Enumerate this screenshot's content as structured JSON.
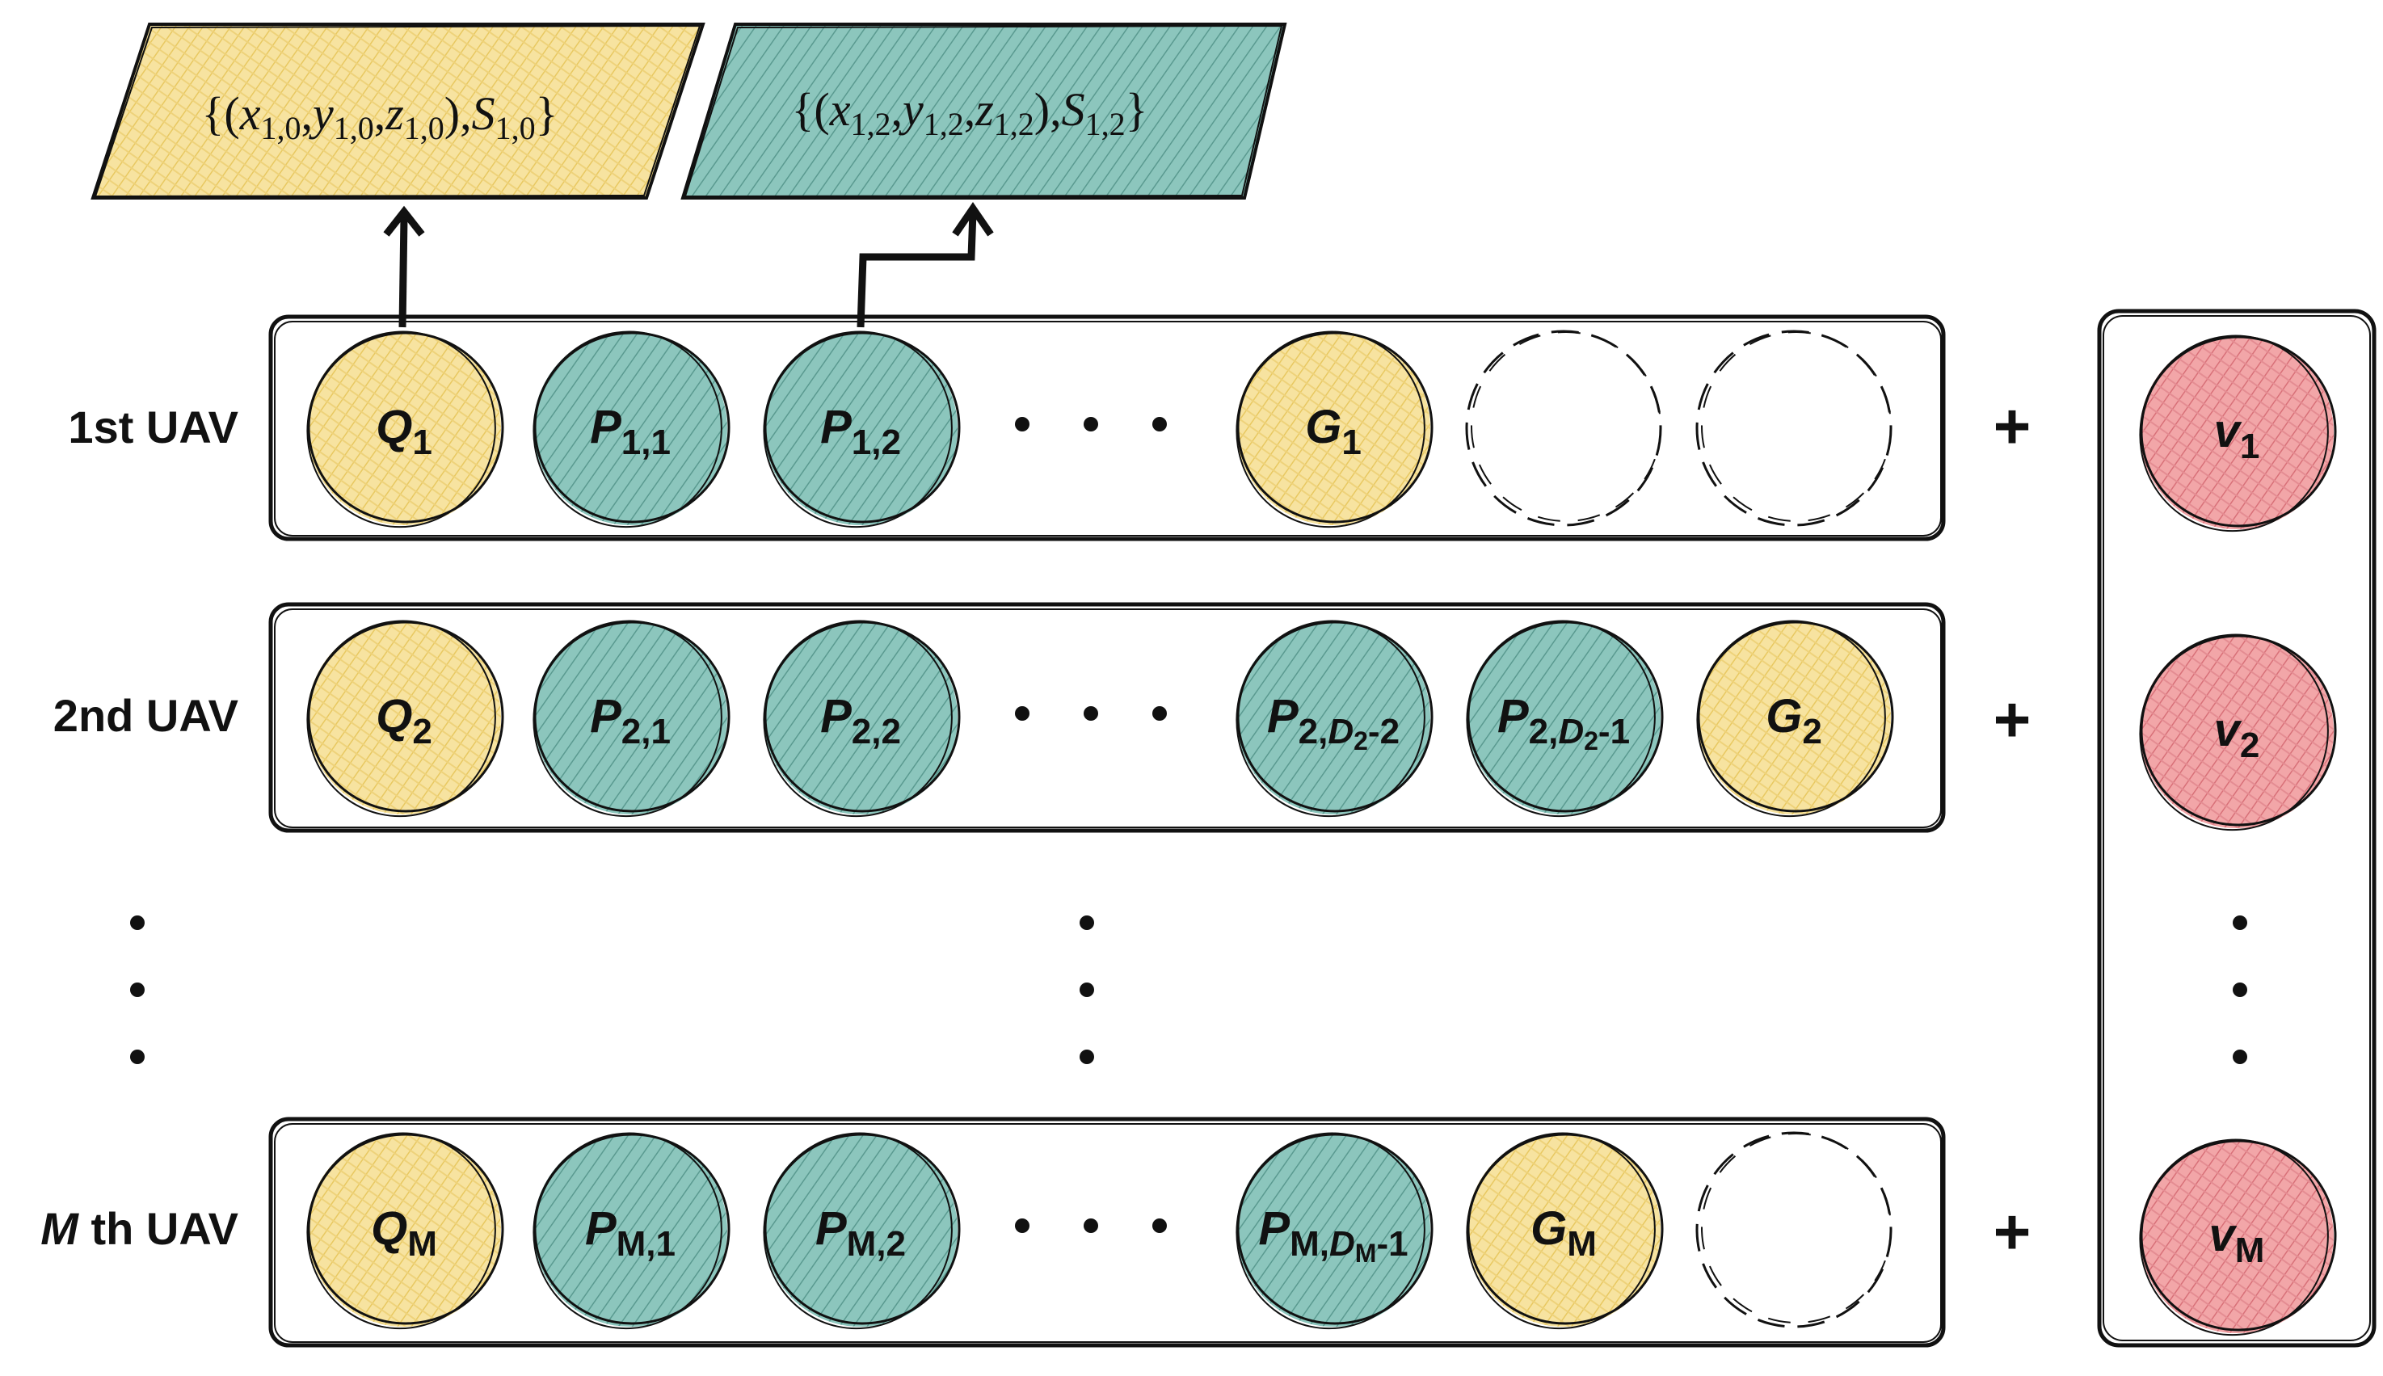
{
  "colors": {
    "yellow": "#f7e3a0",
    "yellow_hatch": "#e8c860",
    "teal": "#8cc6bd",
    "teal_hatch": "#5a9a90",
    "red": "#f2a6a8",
    "red_hatch": "#d87078",
    "stroke": "#111111"
  },
  "formulas": [
    {
      "open": "{(",
      "x": "x",
      "xs": "1,0",
      "y": "y",
      "ys": "1,0",
      "z": "z",
      "zs": "1,0",
      "mid": "),",
      "s": "S",
      "ss": "1,0",
      "close": "}"
    },
    {
      "open": "{(",
      "x": "x",
      "xs": "1,2",
      "y": "y",
      "ys": "1,2",
      "z": "z",
      "zs": "1,2",
      "mid": "),",
      "s": "S",
      "ss": "1,2",
      "close": "}"
    }
  ],
  "rows": [
    {
      "label_ital": "",
      "label": "1st UAV",
      "nodes": [
        {
          "type": "yellow",
          "main": "Q",
          "sub": "1"
        },
        {
          "type": "teal",
          "main": "P",
          "sub": "1,1"
        },
        {
          "type": "teal",
          "main": "P",
          "sub": "1,2"
        },
        {
          "type": "dots"
        },
        {
          "type": "yellow",
          "main": "G",
          "sub": "1"
        },
        {
          "type": "empty"
        },
        {
          "type": "empty"
        }
      ]
    },
    {
      "label_ital": "",
      "label": "2nd UAV",
      "nodes": [
        {
          "type": "yellow",
          "main": "Q",
          "sub": "2"
        },
        {
          "type": "teal",
          "main": "P",
          "sub": "2,1"
        },
        {
          "type": "teal",
          "main": "P",
          "sub": "2,2"
        },
        {
          "type": "dots"
        },
        {
          "type": "teal",
          "main": "P",
          "sub_a": "2,",
          "sub_b": "D",
          "sub_c": "2",
          "sub_d": "-2"
        },
        {
          "type": "teal",
          "main": "P",
          "sub_a": "2,",
          "sub_b": "D",
          "sub_c": "2",
          "sub_d": "-1"
        },
        {
          "type": "yellow",
          "main": "G",
          "sub": "2"
        }
      ]
    },
    {
      "label_ital": "M",
      "label": " th UAV",
      "nodes": [
        {
          "type": "yellow",
          "main": "Q",
          "sub": "M"
        },
        {
          "type": "teal",
          "main": "P",
          "sub": "M,1"
        },
        {
          "type": "teal",
          "main": "P",
          "sub": "M,2"
        },
        {
          "type": "dots"
        },
        {
          "type": "teal",
          "main": "P",
          "sub_a": "M,",
          "sub_b": "D",
          "sub_c": "M",
          "sub_d": "-1"
        },
        {
          "type": "yellow",
          "main": "G",
          "sub": "M"
        },
        {
          "type": "empty"
        }
      ]
    }
  ],
  "plus": "+",
  "velocities": [
    {
      "main": "v",
      "sub": "1"
    },
    {
      "main": "v",
      "sub": "2"
    },
    {
      "main": "v",
      "sub": "M"
    }
  ]
}
